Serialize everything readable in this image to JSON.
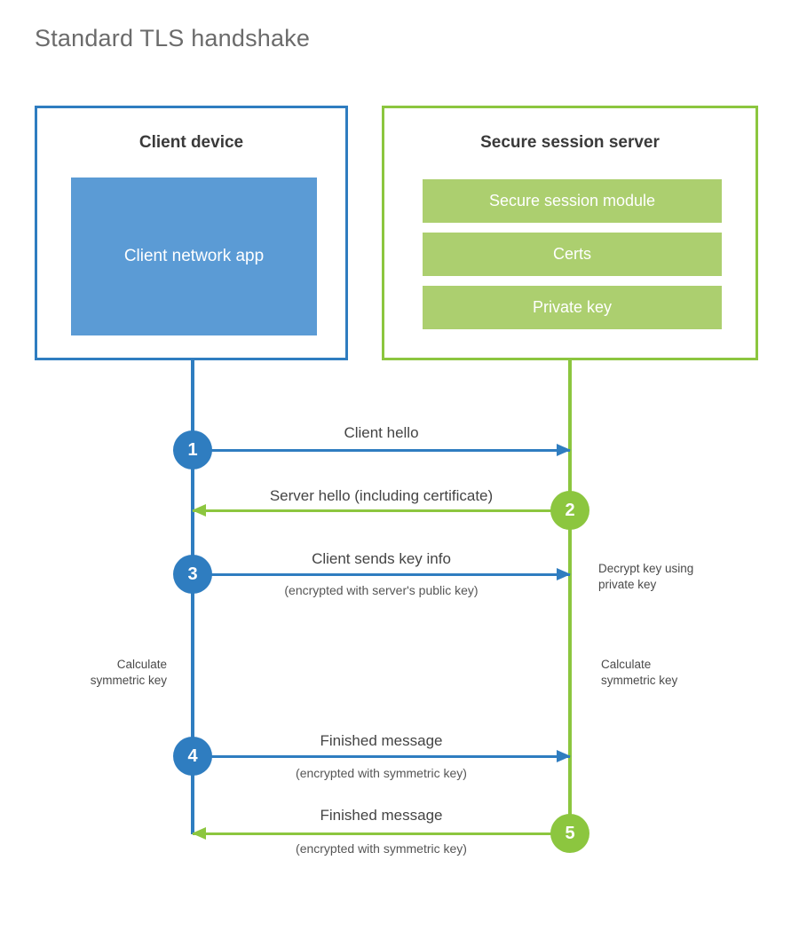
{
  "title": "Standard TLS handshake",
  "client": {
    "box_title": "Client device",
    "app_label": "Client network app"
  },
  "server": {
    "box_title": "Secure session server",
    "modules": [
      {
        "label": "Secure session module"
      },
      {
        "label": "Certs"
      },
      {
        "label": "Private key"
      }
    ]
  },
  "steps": [
    {
      "number": "1",
      "label": "Client hello",
      "sublabel": "",
      "direction": "client-to-server"
    },
    {
      "number": "2",
      "label": "Server hello (including certificate)",
      "sublabel": "",
      "direction": "server-to-client"
    },
    {
      "number": "3",
      "label": "Client sends key info",
      "sublabel": "(encrypted with server's public key)",
      "direction": "client-to-server"
    },
    {
      "number": "4",
      "label": "Finished message",
      "sublabel": "(encrypted with symmetric key)",
      "direction": "client-to-server"
    },
    {
      "number": "5",
      "label": "Finished message",
      "sublabel": "(encrypted with symmetric key)",
      "direction": "server-to-client"
    }
  ],
  "notes": {
    "decrypt_key": "Decrypt key using\nprivate key",
    "client_calculate": "Calculate\nsymmetric key",
    "server_calculate": "Calculate\nsymmetric key"
  },
  "colors": {
    "client_accent": "#2f7dc0",
    "server_accent": "#8cc63f",
    "client_app_fill": "#5b9bd5",
    "server_module_fill": "#accf6f",
    "title_text": "#6b6b6b"
  }
}
